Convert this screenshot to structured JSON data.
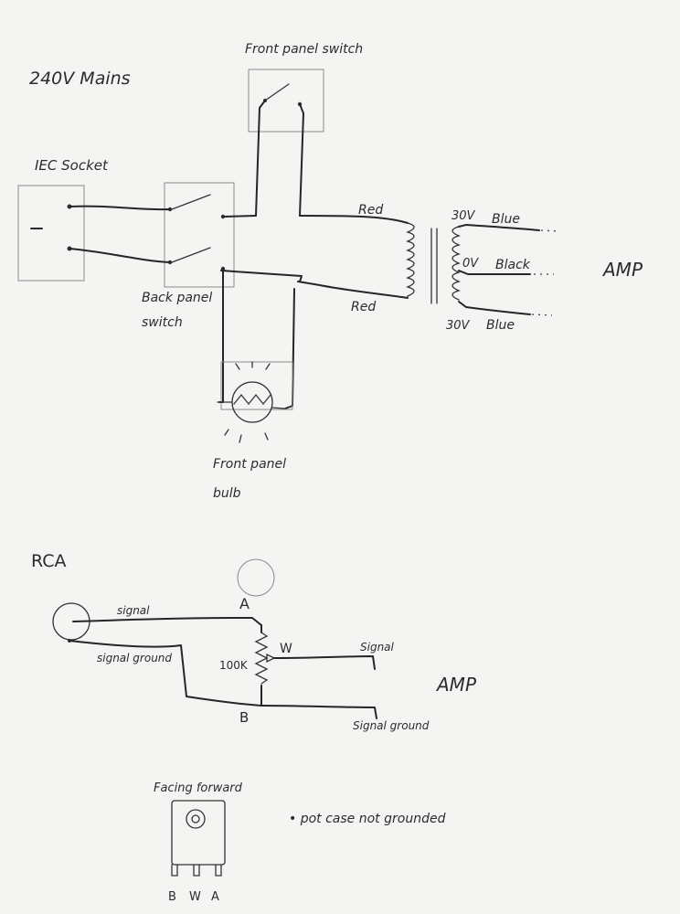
{
  "mains": {
    "title": "240V Mains",
    "iec_label": "IEC Socket",
    "back_switch_label_1": "Back panel",
    "back_switch_label_2": "switch",
    "front_switch_label": "Front panel switch",
    "bulb_label_1": "Front panel",
    "bulb_label_2": "bulb",
    "wire_top": "Red",
    "wire_bottom": "Red",
    "tap_top": "30V",
    "tap_mid": "0V",
    "tap_bottom": "30V",
    "out_top": "Blue",
    "out_mid": "Black",
    "out_bottom": "Blue",
    "amp": "AMP"
  },
  "signal": {
    "rca": "RCA",
    "signal_in": "signal",
    "ground_in": "signal ground",
    "pin_a": "A",
    "pin_w": "W",
    "pin_b": "B",
    "pot_value": "100K",
    "signal_out": "Signal",
    "ground_out": "Signal ground",
    "amp": "AMP"
  },
  "pot": {
    "title": "Facing forward",
    "pins": [
      "B",
      "W",
      "A"
    ],
    "note": "• pot case not grounded"
  }
}
